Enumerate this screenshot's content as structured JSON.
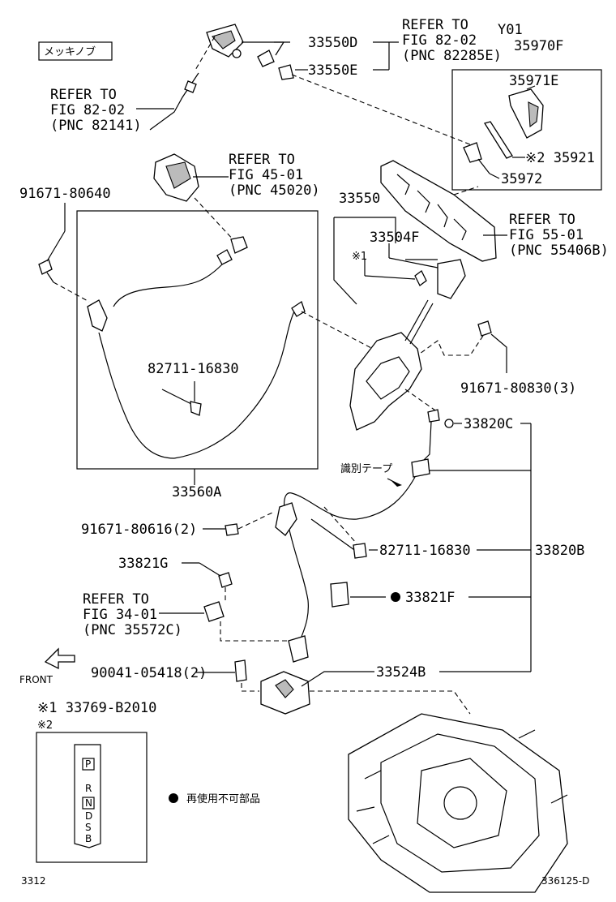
{
  "labels": {
    "mekki": "メッキノブ",
    "refer_82_02_pnc_82141": [
      "REFER TO",
      "FIG 82-02",
      "(PNC 82141)"
    ],
    "p33550D": "33550D",
    "p33550E": "33550E",
    "refer_82_02_pnc_82285E": [
      "REFER TO",
      "FIG 82-02",
      "(PNC 82285E)"
    ],
    "y01": "Y01",
    "p35970F": "35970F",
    "p35971E": "35971E",
    "p35921": "※2 35921",
    "p35972": "35972",
    "refer_45_01": [
      "REFER TO",
      "FIG 45-01",
      "(PNC 45020)"
    ],
    "p91671_80640": "91671-80640",
    "p33550": "33550",
    "p33504F": "33504F",
    "note1_mark": "※1",
    "refer_55_01": [
      "REFER TO",
      "FIG 55-01",
      "(PNC 55406B)"
    ],
    "p82711_16830_a": "82711-16830",
    "p91671_80830": "91671-80830(3)",
    "p33820C": "33820C",
    "p33560A": "33560A",
    "shikibetsu": "識別テープ",
    "p91671_80616": "91671-80616(2)",
    "p82711_16830_b": "82711-16830",
    "p33820B": "33820B",
    "p33821G": "33821G",
    "p33821F": "33821F",
    "refer_34_01": [
      "REFER TO",
      "FIG 34-01",
      "(PNC 35572C)"
    ],
    "front": "FRONT",
    "p90041_05418": "90041-05418(2)",
    "p33524B": "33524B",
    "note1": "※1  33769-B2010",
    "note2_mark": "※2",
    "gate": [
      "P",
      "R",
      "N",
      "D",
      "S",
      "B"
    ],
    "reuse": "再使用不可部品",
    "code_left": "3312",
    "code_right": "336125-D"
  }
}
